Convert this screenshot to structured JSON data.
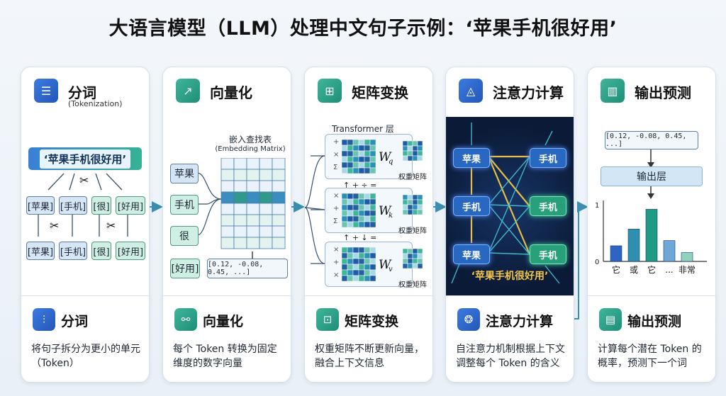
{
  "title": "大语言模型（LLM）处理中文句子示例：‘苹果手机很好用’",
  "cards": [
    {
      "header": "分词",
      "subtitle": "(Tokenization)",
      "sentence": "‘苹果手机很好用’",
      "tokens_row1": [
        "[苹果]",
        "[手机]",
        "[很]",
        "[好用]"
      ],
      "tokens_row2": [
        "[苹果]",
        "[手机]",
        "[很]",
        "[好用]"
      ],
      "footer_title": "分词",
      "footer_desc": "将句子拆分为更小的单元（Token）"
    },
    {
      "header": "向量化",
      "table_title": "嵌入查找表",
      "table_subtitle": "(Embedding Matrix)",
      "inputs": [
        "苹果",
        "手机",
        "很"
      ],
      "last_token": "[好用]",
      "vector": "[0.12, -0.08, 0.45, ...]",
      "footer_title": "向量化",
      "footer_desc": "每个 Token 转换为固定维度的数字向量"
    },
    {
      "header": "矩阵变换",
      "layer_label": "Transformer 层",
      "weights": [
        {
          "symbol": "W",
          "sub": "q",
          "label": "权重矩阵",
          "ops": [
            "+",
            "×",
            "Σ"
          ]
        },
        {
          "symbol": "W",
          "sub": "k",
          "label": "权重矩阵",
          "ops": [
            "×",
            "+",
            "Σ"
          ]
        },
        {
          "symbol": "W",
          "sub": "v",
          "label": "权重矩阵",
          "ops": [
            "×",
            "+",
            "×"
          ]
        }
      ],
      "between_ops": [
        "↑ + ÷ =",
        "↑ + ↓ ="
      ],
      "footer_title": "矩阵变换",
      "footer_desc": "权重矩阵不断更新向量，融合上下文信息"
    },
    {
      "header": "注意力计算",
      "left_nodes": [
        "苹果",
        "手机",
        "苹果"
      ],
      "right_nodes": [
        "手机",
        "手机",
        "手机"
      ],
      "sentence": "‘苹果手机很好用’",
      "footer_title": "注意力计算",
      "footer_desc": "自注意力机制根据上下文调整每个 Token 的含义"
    },
    {
      "header": "输出预测",
      "vector": "[0.12, -0.08, 0.45, ...]",
      "layer": "输出层",
      "footer_title": "输出预测",
      "footer_desc": "计算每个潜在 Token 的概率，预测下一个词"
    }
  ],
  "chart_data": {
    "type": "bar",
    "categories": [
      "它",
      "或",
      "它",
      "...",
      "非常"
    ],
    "values": [
      0.3,
      0.62,
      1.0,
      0.4,
      0.17
    ],
    "colors": [
      "#2f63c4",
      "#2e8fb0",
      "#1f9a84",
      "#6fa8d8",
      "#8ed2bf"
    ],
    "ytick_labels": [
      "0",
      "1"
    ],
    "ylim": [
      0,
      1.1
    ]
  },
  "colors": {
    "blue": "#2f63c4",
    "teal": "#1f9a84",
    "arrow": "#3a8fb0"
  }
}
